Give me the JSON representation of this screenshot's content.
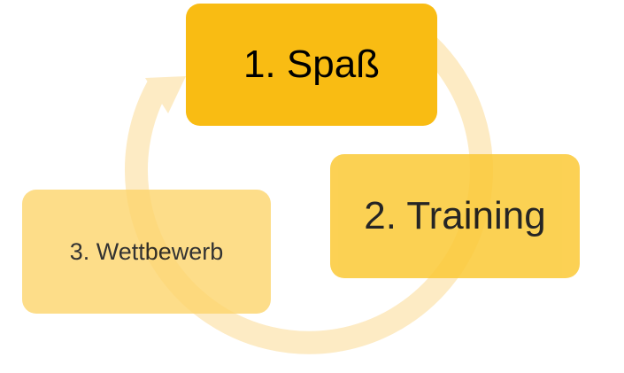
{
  "diagram": {
    "type": "cycle",
    "arrow_color": "#FDEBC4",
    "nodes": [
      {
        "label": "1. Spaß",
        "color": "#F9BC13",
        "opacity": 1.0
      },
      {
        "label": "2. Training",
        "color": "#FBC936",
        "opacity": 0.85
      },
      {
        "label": "3. Wettbewerb",
        "color": "#FDD56C",
        "opacity": 0.8
      }
    ]
  }
}
